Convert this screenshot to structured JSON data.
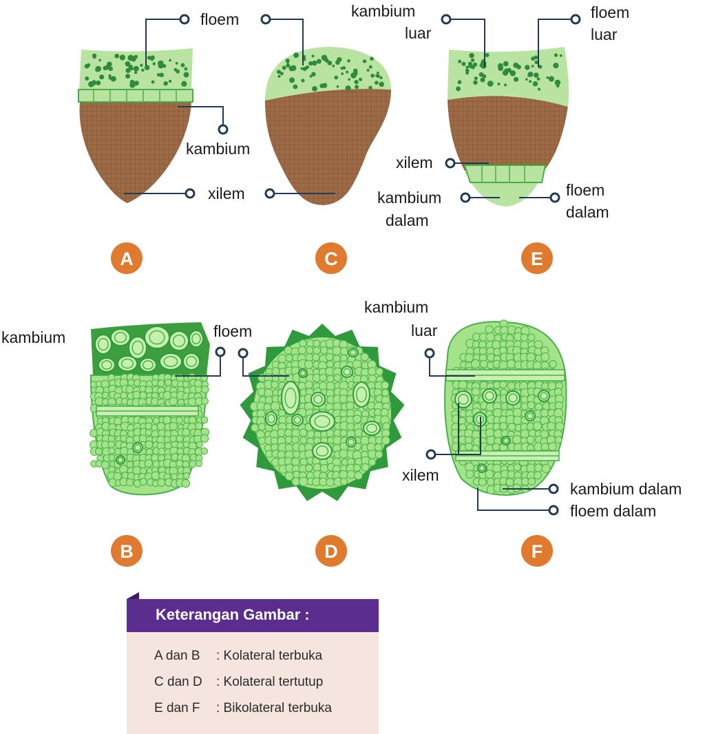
{
  "labels": {
    "A_floem": "floem",
    "A_kambium": "kambium",
    "A_xilem": "xilem",
    "E_kambium_luar": [
      "kambium",
      "luar"
    ],
    "E_floem_luar": [
      "floem",
      "luar"
    ],
    "E_xilem": "xilem",
    "E_kambium_dalam": [
      "kambium",
      "dalam"
    ],
    "E_floem_dalam": [
      "floem",
      "dalam"
    ],
    "B_kambium": "kambium",
    "B_floem": "floem",
    "F_kambium_luar": [
      "kambium",
      "luar"
    ],
    "F_xilem": "xilem",
    "F_kambium_dalam": "kambium dalam",
    "F_floem_dalam": "floem dalam"
  },
  "badges": [
    "A",
    "C",
    "E",
    "B",
    "D",
    "F"
  ],
  "colors": {
    "badge": "#e07a2e",
    "phloem_light": "#b8e3a0",
    "phloem_dots": "#2f8a3e",
    "xylem": "#9c6b45",
    "leader": "#1f3a55",
    "cell_fill": "#a5e38a",
    "cell_stroke": "#45b048",
    "dark_green": "#2f9a3c",
    "legend_head": "#5b2d8e",
    "legend_body": "#f6e4de"
  },
  "legend": {
    "title": "Keterangan Gambar :",
    "rows": [
      {
        "key": "A dan B",
        "value": ": Kolateral terbuka"
      },
      {
        "key": "C dan D",
        "value": ": Kolateral tertutup"
      },
      {
        "key": "E dan F",
        "value": ": Bikolateral terbuka"
      }
    ]
  }
}
